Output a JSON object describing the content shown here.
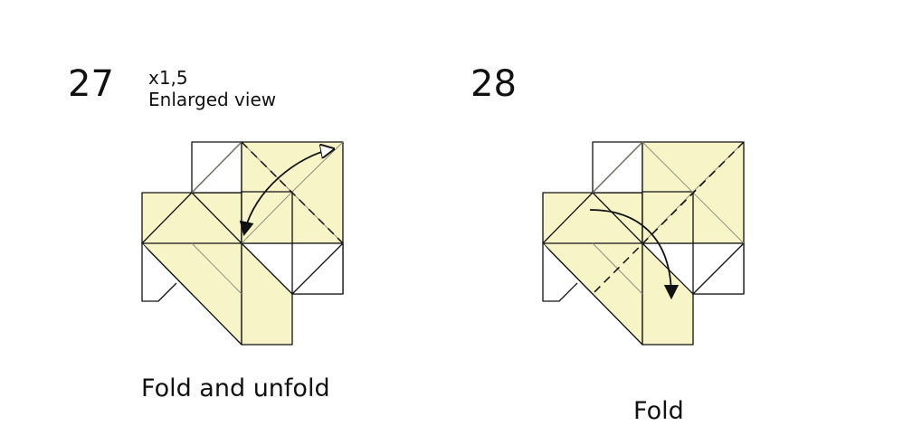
{
  "colors": {
    "paper_yellow": "#f7f5c8",
    "paper_white": "#ffffff",
    "edge": "#111111",
    "crease": "#8a8a7a"
  },
  "steps": [
    {
      "number": "27",
      "scale": "x1,5",
      "note": "Enlarged view",
      "caption": "Fold and unfold",
      "symbols": [
        "valley-fold-line",
        "fold-unfold-arrow"
      ]
    },
    {
      "number": "28",
      "caption": "Fold",
      "symbols": [
        "valley-fold-line",
        "fold-arrow"
      ]
    }
  ]
}
